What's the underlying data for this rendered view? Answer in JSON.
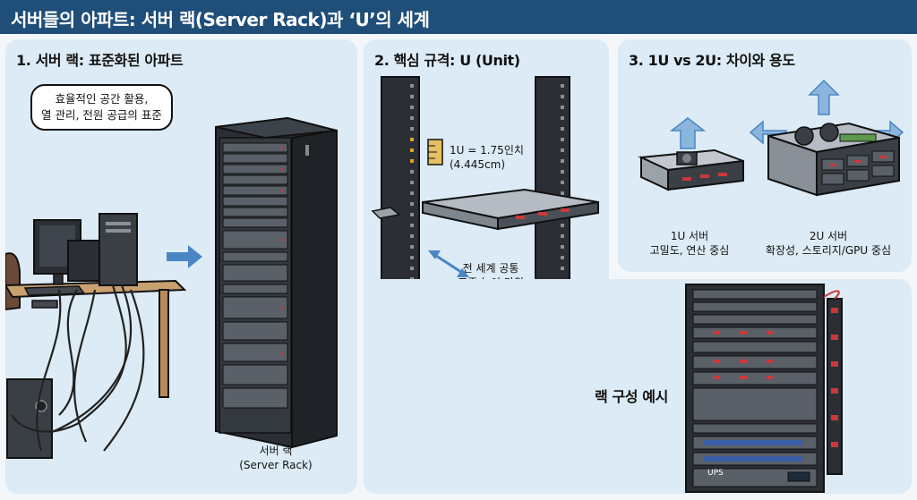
{
  "header": {
    "title": "서버들의 아파트: 서버 랙(Server Rack)과 ‘U’의 세계"
  },
  "panel1": {
    "title": "1. 서버 랙: 표준화된 아파트",
    "bubble_line1": "효율적인 공간 활용,",
    "bubble_line2": "열 관리, 전원 공급의 표준",
    "rack_label_line1": "서버 랙",
    "rack_label_line2": "(Server Rack)"
  },
  "panel2": {
    "title": "2. 핵심 규격: U (Unit)",
    "measure_line1": "1U = 1.75인치",
    "measure_line2": "(4.445cm)",
    "caption_line1": "전 세계 공통",
    "caption_line2": "표준 높이 단위"
  },
  "panel3": {
    "title": "3. 1U vs 2U: 차이와 용도",
    "oneu_title": "1U 서버",
    "oneu_desc": "고밀도, 연산 중심",
    "twou_title": "2U 서버",
    "twou_desc": "확장성, 스토리지/GPU 중심"
  },
  "panel4": {
    "title": "랙 구성 예시",
    "ups_label": "UPS"
  },
  "colors": {
    "header_bg": "#1f4e79",
    "panel_bg": "#dcebf5",
    "arrow_blue": "#4a86c5",
    "rack_dark": "#2b2f35"
  }
}
